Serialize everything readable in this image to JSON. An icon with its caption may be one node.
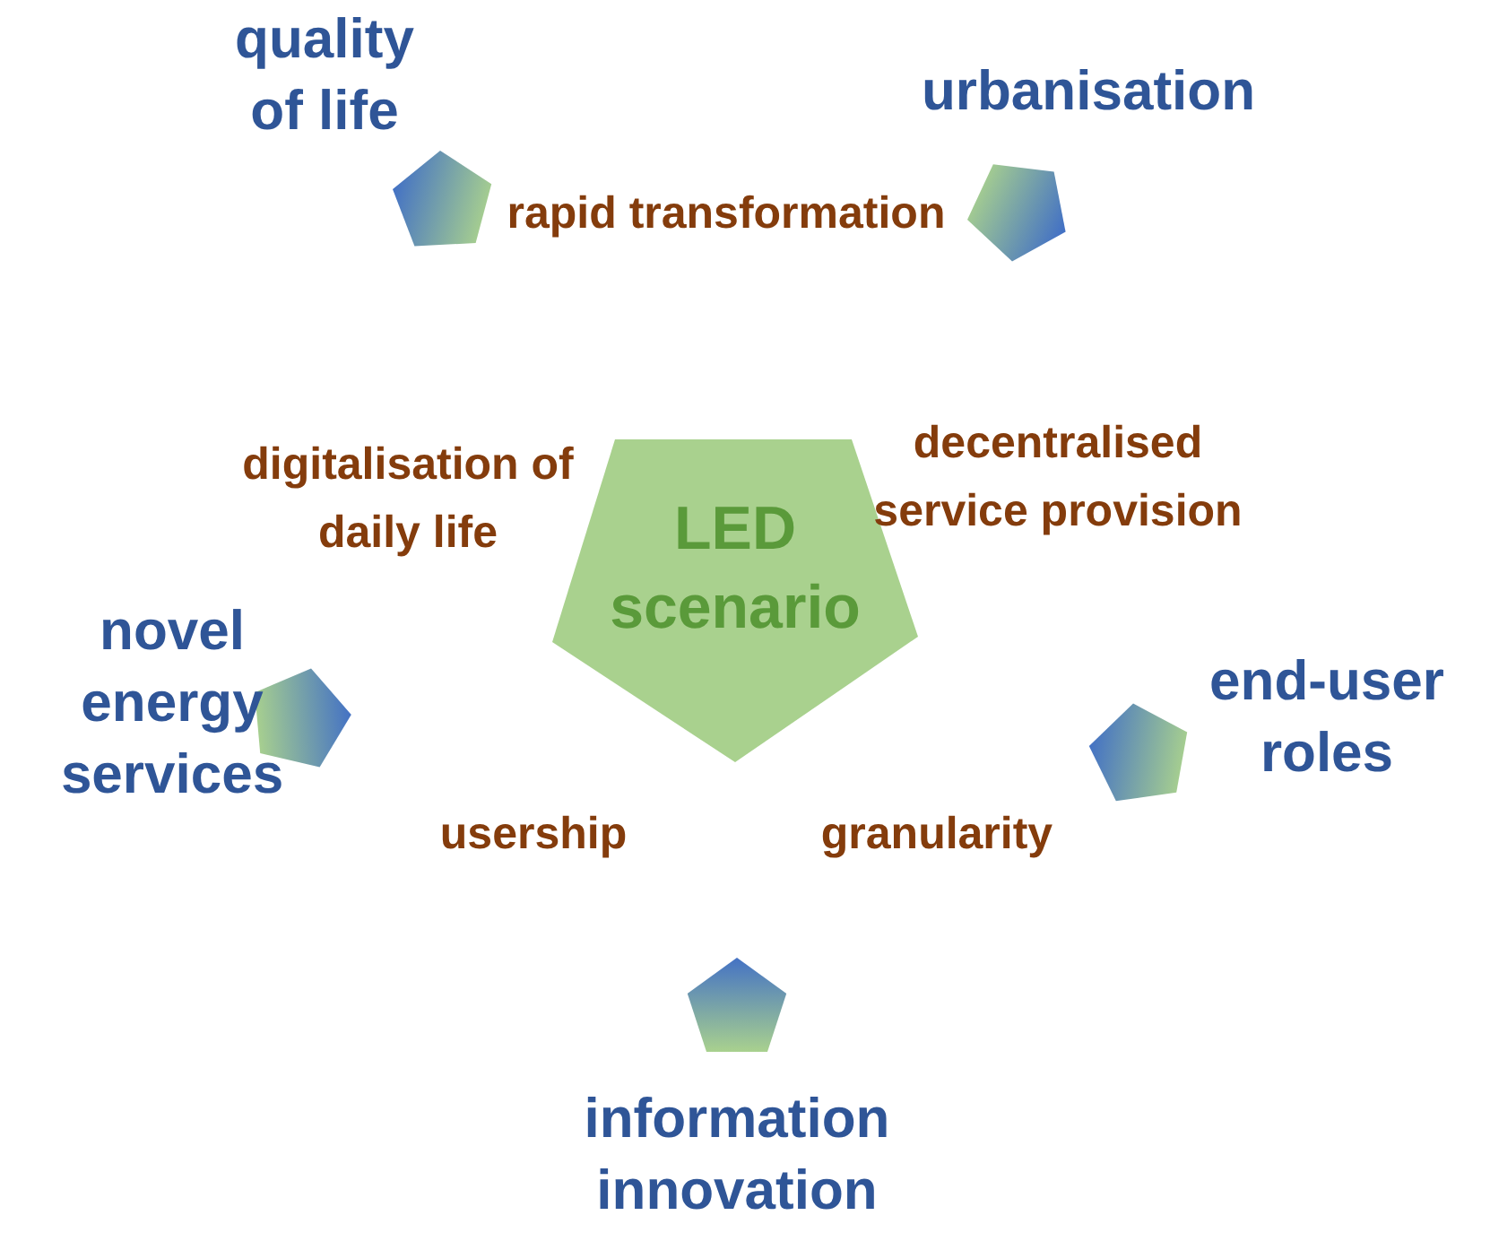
{
  "diagram": {
    "nodes": [
      {
        "text": [
          "LED scenario"
        ]
      },
      {
        "text": [],
        "shape": "pentagon",
        "beside": [
          "quality of life"
        ]
      },
      {
        "text": [],
        "shape": "pentagon",
        "beside": [
          "urbanisation"
        ]
      },
      {
        "text": [],
        "shape": "pentagon",
        "beside": [
          "novel energy services"
        ]
      },
      {
        "text": [],
        "shape": "pentagon",
        "beside": [
          "end-user roles"
        ]
      },
      {
        "text": [],
        "shape": "pentagon",
        "beside": [
          "information innovation"
        ]
      }
    ],
    "labels": [
      "rapid transformation",
      "digitalisation of daily life",
      "decentralised service provision",
      "usership",
      "granularity"
    ]
  }
}
